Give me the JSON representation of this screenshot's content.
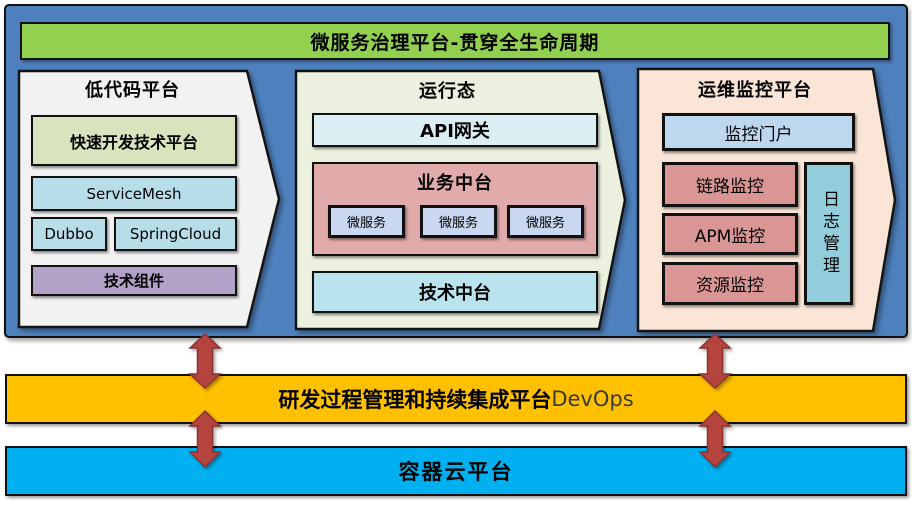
{
  "top_banner": {
    "label": "微服务治理平台-贯穿全生命周期"
  },
  "panels": {
    "low_code": {
      "title": "低代码平台",
      "rapid_dev": "快速开发技术平台",
      "service_mesh": "ServiceMesh",
      "dubbo": "Dubbo",
      "spring_cloud": "SpringCloud",
      "tech_components": "技术组件"
    },
    "runtime": {
      "title": "运行态",
      "api_gateway": "API网关",
      "business_middle": {
        "title": "业务中台",
        "microservices": [
          "微服务",
          "微服务",
          "微服务"
        ]
      },
      "tech_middle": "技术中台"
    },
    "ops": {
      "title": "运维监控平台",
      "portal": "监控门户",
      "monitors": [
        "链路监控",
        "APM监控",
        "资源监控"
      ],
      "log_mgmt": "日志管理"
    }
  },
  "devops_banner": {
    "label_cn": "研发过程管理和持续集成平台",
    "label_en": "DevOps"
  },
  "cloud_banner": {
    "label": "容器云平台"
  },
  "colors": {
    "container_blue": "#4E80BD",
    "banner_green": "#92D050",
    "banner_orange": "#FFC000",
    "banner_cyan": "#00B0F0",
    "arrow_red": "#B5443F",
    "panel_gray": "#F2F2F2",
    "panel_olive": "#EBF1DE",
    "panel_peach": "#FBE5D6",
    "box_green": "#D7E4BD",
    "box_cyan_light": "#B7DEE8",
    "box_purple": "#B3A2C7",
    "box_blue_pale": "#DBEEF3",
    "box_pink": "#E0ABAA",
    "box_periwinkle": "#C9D7F0",
    "box_cyan": "#B9E3ED",
    "box_blue": "#BDD7EE",
    "box_rose": "#D99694",
    "box_teal": "#92CDDC"
  }
}
